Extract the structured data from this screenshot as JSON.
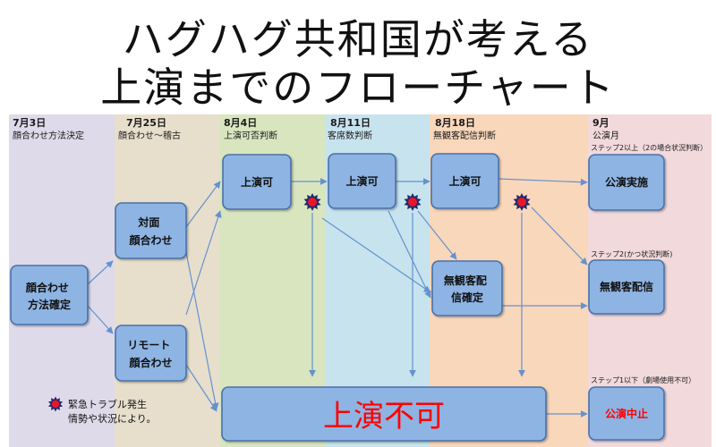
{
  "title": {
    "line1": "ハグハグ共和国が考える",
    "line2": "上演までのフローチャート"
  },
  "columns": [
    {
      "date": "7月3日",
      "label": "顔合わせ方法決定",
      "color": "#dfdae9"
    },
    {
      "date": "7月25日",
      "label": "顔合わせ～稽古",
      "color": "#e7dfcc"
    },
    {
      "date": "8月4日",
      "label": "上演可否判断",
      "color": "#d8e5bf"
    },
    {
      "date": "8月11日",
      "label": "客席数判断",
      "color": "#c7e3ee"
    },
    {
      "date": "8月18日",
      "label": "無観客配信判断",
      "color": "#f9d7bb"
    },
    {
      "date": "9月",
      "label": "公演月",
      "color": "#f2d9dc"
    }
  ],
  "nodes": {
    "method_decided": {
      "lines": [
        "顔合わせ",
        "方法確定"
      ]
    },
    "in_person": {
      "lines": [
        "対面",
        "顔合わせ"
      ]
    },
    "remote": {
      "lines": [
        "リモート",
        "顔合わせ"
      ]
    },
    "possible_aug4": {
      "label": "上演可"
    },
    "possible_aug11": {
      "label": "上演可"
    },
    "possible_aug18": {
      "label": "上演可"
    },
    "online_confirmed": {
      "lines": [
        "無観客配",
        "信確定"
      ]
    },
    "performance": {
      "label": "公演実施"
    },
    "online_stream": {
      "label": "無観客配信"
    },
    "not_possible": {
      "label": "上演不可"
    },
    "cancelled": {
      "label": "公演中止"
    }
  },
  "conditions": {
    "step2_or_more": "ステップ2以上（2の場合状況判断）",
    "step2": "ステップ2(かつ状況判断)",
    "step1_or_less": "ステップ1以下（劇場使用不可）"
  },
  "legend": {
    "icon": "emergency-burst-icon",
    "line1": "緊急トラブル発生",
    "line2": "情勢や状況により。"
  },
  "colors": {
    "box_fill": "#8eb4e3",
    "box_stroke": "#4a71a8",
    "arrow": "#6492cf",
    "alert_text": "#ff0000",
    "burst_outer": "#1f2a6b",
    "burst_inner": "#e8152b"
  }
}
